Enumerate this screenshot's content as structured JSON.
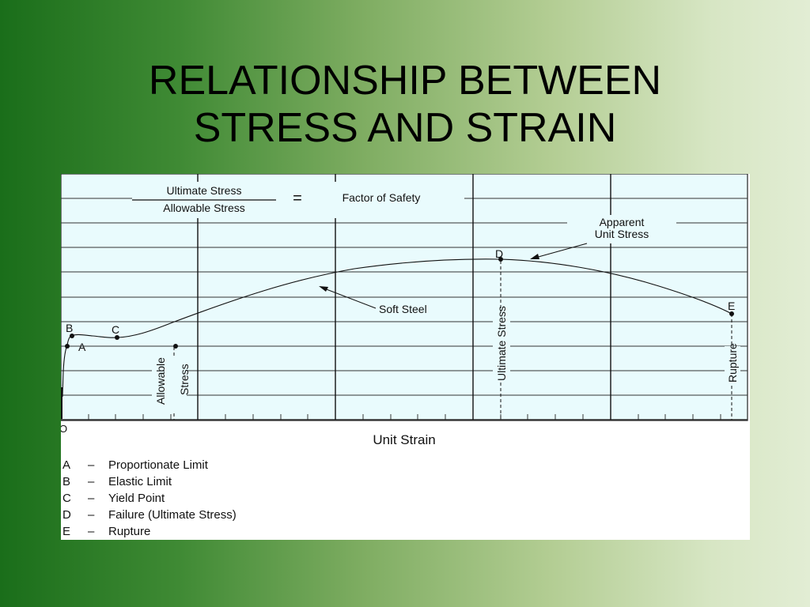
{
  "title": {
    "line1": "RELATIONSHIP BETWEEN",
    "line2": "STRESS AND STRAIN"
  },
  "diagram": {
    "formula": {
      "numerator": "Ultimate Stress",
      "denominator": "Allowable Stress",
      "equals": "=",
      "result": "Factor of Safety"
    },
    "apparent_label_1": "Apparent",
    "apparent_label_2": "Unit Stress",
    "curve_label": "Soft Steel",
    "points": {
      "A": "A",
      "B": "B",
      "C": "C",
      "D": "D",
      "E": "E",
      "origin": "O"
    },
    "vertical_labels": {
      "allowable_1": "Allowable",
      "allowable_2": "Stress",
      "ultimate": "Ultimate Stress",
      "rupture": "Rupture"
    },
    "x_axis_label": "Unit Strain",
    "legend": [
      {
        "key": "A",
        "dash": "–",
        "text": "Proportionate Limit"
      },
      {
        "key": "B",
        "dash": "–",
        "text": "Elastic Limit"
      },
      {
        "key": "C",
        "dash": "–",
        "text": "Yield Point"
      },
      {
        "key": "D",
        "dash": "–",
        "text": "Failure (Ultimate Stress)"
      },
      {
        "key": "E",
        "dash": "–",
        "text": "Rupture"
      }
    ],
    "colors": {
      "plot_background": "#e9fbfd",
      "grid": "#222222",
      "curve": "#111111"
    }
  }
}
